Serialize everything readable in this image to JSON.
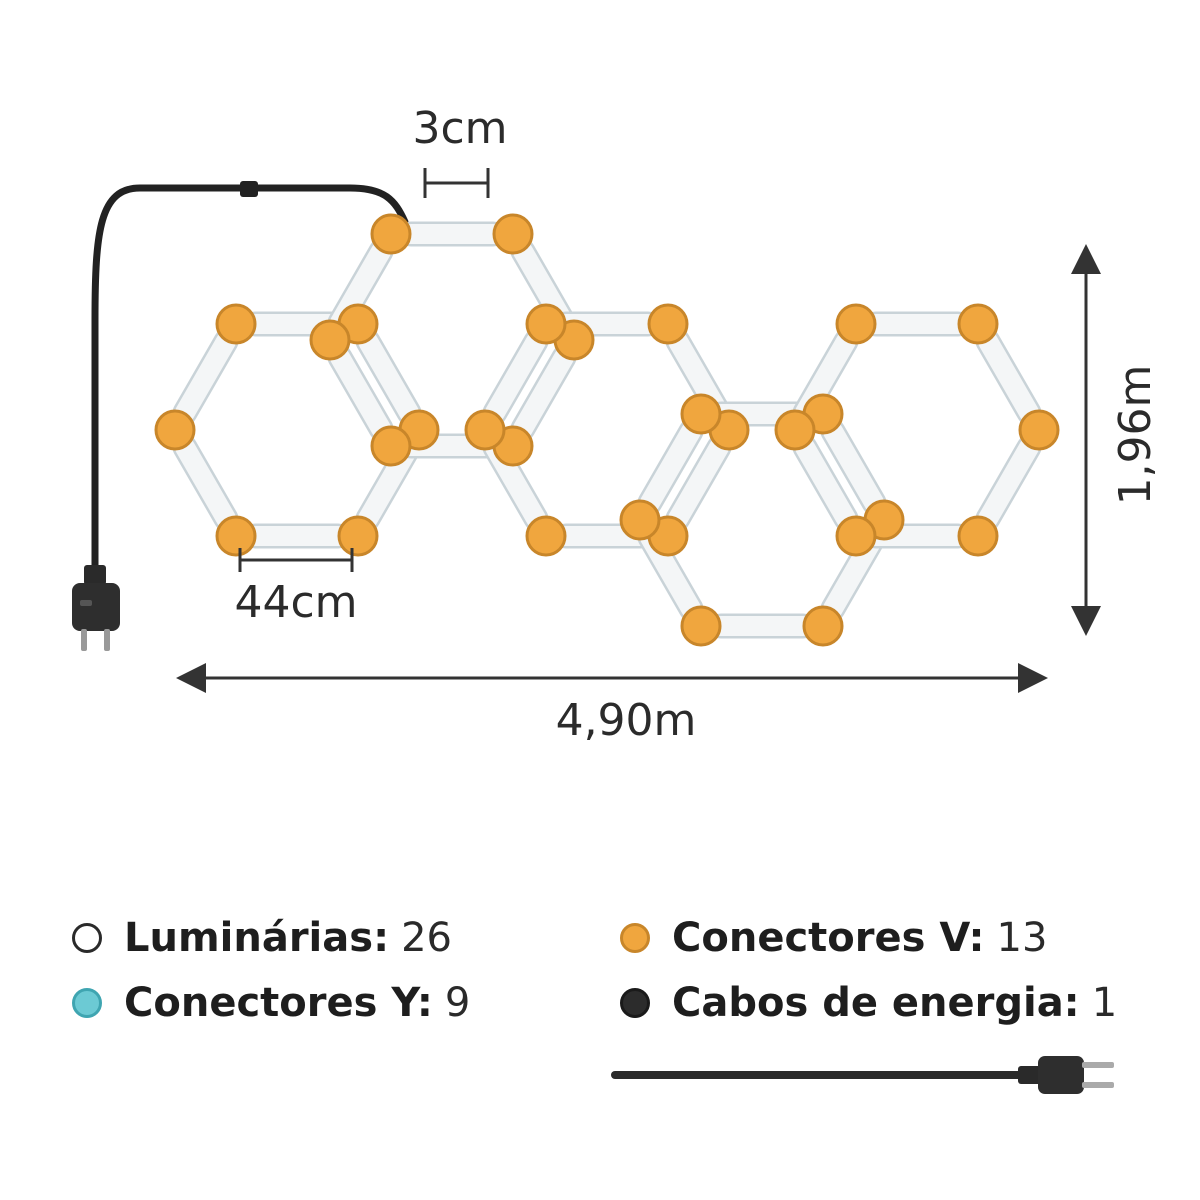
{
  "dimensions": {
    "gap": "3cm",
    "segment": "44cm",
    "height": "1,96m",
    "width": "4,90m"
  },
  "legend": [
    {
      "key": "luminarias",
      "label": "Luminárias:",
      "value": "26",
      "color": "#ffffff",
      "border": "#2a2a2a"
    },
    {
      "key": "conectores_v",
      "label": "Conectores V:",
      "value": "13",
      "color": "#f0a63e",
      "border": "#c8862a"
    },
    {
      "key": "conectores_y",
      "label": "Conectores Y:",
      "value": "9",
      "color": "#6ccad4",
      "border": "#3fa5b1"
    },
    {
      "key": "cabos",
      "label": "Cabos de energia:",
      "value": "1",
      "color": "#2c2c2c",
      "border": "#1a1a1a"
    }
  ],
  "colors": {
    "v_connector": "#f0a63e",
    "y_connector": "#6ccad4",
    "tube": "#f4f6f7",
    "cable": "#222222"
  }
}
